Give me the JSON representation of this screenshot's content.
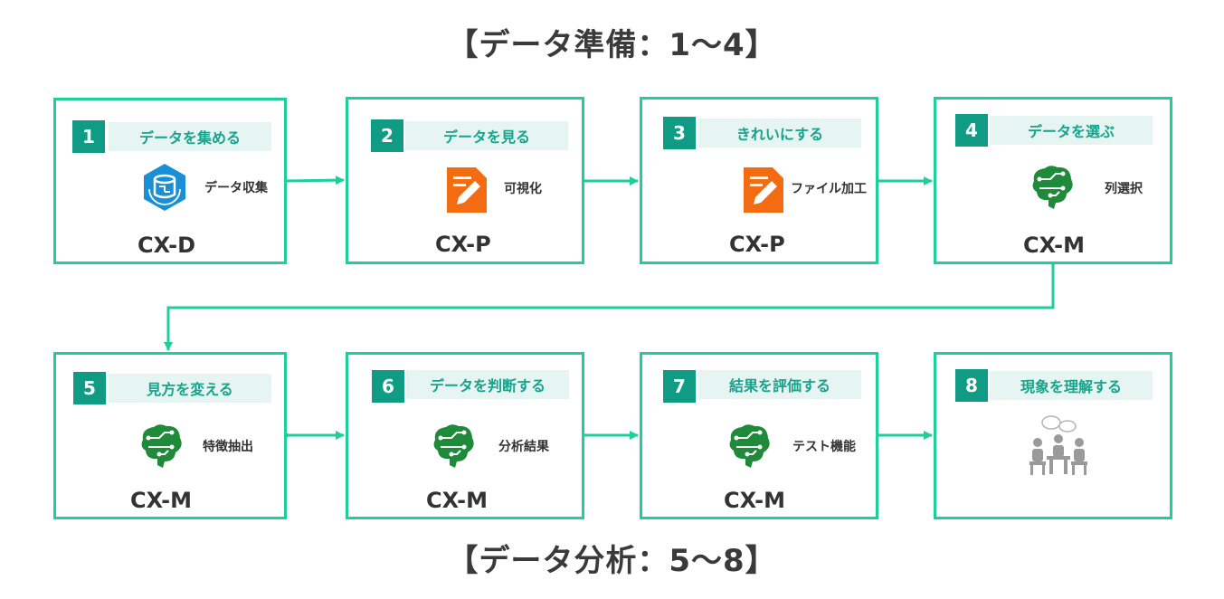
{
  "headings": {
    "top": "【データ準備：1〜4】",
    "bottom": "【データ分析：5〜8】"
  },
  "colors": {
    "border": "#1ecf9a",
    "badge": "#109c84",
    "label_bg": "#e6f4f2",
    "label_text": "#16a48c",
    "icon_blue": "#1a8fd6",
    "icon_orange": "#f36c12",
    "icon_green": "#1f8a3a",
    "icon_gray": "#9a9a9a"
  },
  "steps": [
    {
      "number": "1",
      "label": "データを集める",
      "caption": "データ収集",
      "code": "CX-D",
      "icon": "database-sync-icon"
    },
    {
      "number": "2",
      "label": "データを見る",
      "caption": "可視化",
      "code": "CX-P",
      "icon": "edit-document-icon"
    },
    {
      "number": "3",
      "label": "きれいにする",
      "caption": "ファイル加工",
      "code": "CX-P",
      "icon": "edit-document-icon"
    },
    {
      "number": "4",
      "label": "データを選ぶ",
      "caption": "列選択",
      "code": "CX-M",
      "icon": "brain-circuit-icon"
    },
    {
      "number": "5",
      "label": "見方を変える",
      "caption": "特徴抽出",
      "code": "CX-M",
      "icon": "brain-circuit-icon"
    },
    {
      "number": "6",
      "label": "データを判断する",
      "caption": "分析結果",
      "code": "CX-M",
      "icon": "brain-circuit-icon"
    },
    {
      "number": "7",
      "label": "結果を評価する",
      "caption": "テスト機能",
      "code": "CX-M",
      "icon": "brain-circuit-icon"
    },
    {
      "number": "8",
      "label": "現象を理解する",
      "caption": "",
      "code": "",
      "icon": "meeting-people-icon"
    }
  ]
}
